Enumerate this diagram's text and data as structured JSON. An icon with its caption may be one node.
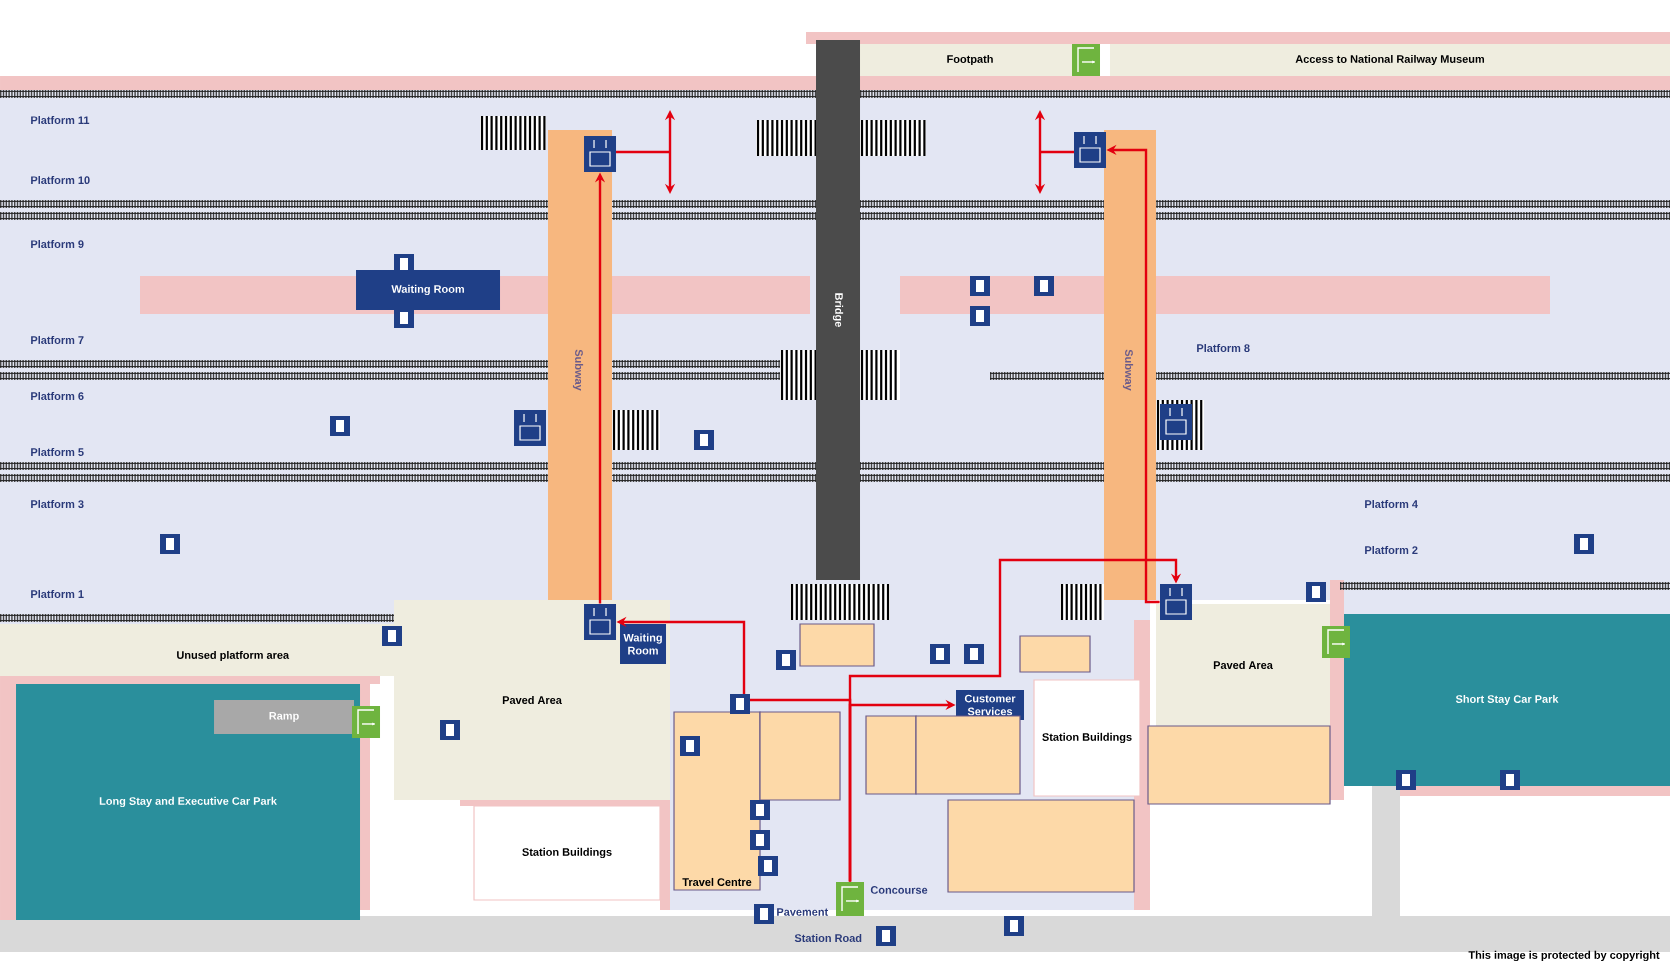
{
  "diagram": {
    "nodes": [
      {
        "text": [
          "Footpath"
        ]
      },
      {
        "text": [
          "Access to National Railway Museum"
        ]
      },
      {
        "text": [
          "Bridge"
        ]
      },
      {
        "text": [],
        "shape": "picture"
      },
      {
        "text": [],
        "shape": "picture"
      },
      {
        "text": [
          "Waiting Room"
        ]
      },
      {
        "text": [],
        "shape": "picture",
        "in": 9
      },
      {
        "text": [
          "Waiting Room"
        ],
        "in": 9
      },
      {
        "text": [],
        "shape": "picture"
      },
      {
        "text": [
          "Paved Area"
        ]
      },
      {
        "text": [
          "Paved Area"
        ]
      },
      {
        "text": [],
        "shape": "box"
      },
      {
        "text": [],
        "shape": "box"
      },
      {
        "text": [
          "Customer Services"
        ]
      },
      {
        "text": [
          "Station Buildings"
        ]
      },
      {
        "text": [
          "Short Stay Car Park"
        ]
      },
      {
        "text": [
          "Ramp"
        ],
        "in": 17
      },
      {
        "text": [
          "Long Stay and Executive Car Park"
        ]
      },
      {
        "text": [
          "Travel Centre"
        ]
      },
      {
        "text": [],
        "shape": "box"
      },
      {
        "text": [],
        "shape": "box"
      },
      {
        "text": [],
        "shape": "box"
      },
      {
        "text": [],
        "shape": "box"
      },
      {
        "text": [
          "Station Buildings"
        ]
      },
      {
        "text": [],
        "shape": "box"
      },
      {
        "text": [],
        "shape": "picture",
        "beside": [
          "Concourse"
        ]
      }
    ],
    "edges": [
      {
        "from": 25,
        "to": 6,
        "arrow": "to"
      },
      {
        "from": 25,
        "to": 13,
        "arrow": "to"
      },
      {
        "from": 25,
        "to": 8,
        "arrow": "to"
      },
      {
        "from": 6,
        "to": 3,
        "arrow": "to"
      },
      {
        "from": 8,
        "to": 4,
        "arrow": "to"
      }
    ],
    "labels": [
      "Platform 11",
      "Platform 10",
      "Platform 9",
      "Platform 7",
      "Subway",
      "Subway",
      "Platform 8",
      "Platform 6",
      "Platform 5",
      "Platform 3",
      "Platform 4",
      "Platform 2",
      "Platform 1",
      "Unused platform area",
      "Pavement",
      "Station Road",
      "This image is protected by copyright"
    ]
  }
}
